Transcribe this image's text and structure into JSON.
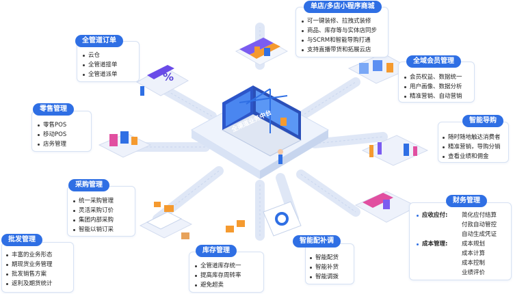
{
  "colors": {
    "accent": "#2f6fe4",
    "accent_light": "#e8f0fd",
    "orange": "#f59a2f"
  },
  "center": {
    "screen_text": "全渠道业务中台"
  },
  "modules": [
    {
      "id": "store",
      "title": "单店/多店小程序商城",
      "items": [
        "可一键装修、拉拽式装修",
        "商品、库存等与实体店同步",
        "与SCRM和智能导购打通",
        "支持直播带货和拓展云店"
      ]
    },
    {
      "id": "order",
      "title": "全管道订单",
      "items": [
        "云仓",
        "全管道接单",
        "全管道派单"
      ]
    },
    {
      "id": "member",
      "title": "全域会员管理",
      "items": [
        "会员权益、数据统一",
        "用户画像、数据分析",
        "精准营销、自动营销"
      ]
    },
    {
      "id": "retail",
      "title": "零售管理",
      "items": [
        "零售POS",
        "移动POS",
        "店务管理"
      ]
    },
    {
      "id": "guide",
      "title": "智能导购",
      "items": [
        "随时随地触达消费者",
        "精准营销，导购分销",
        "查看业绩和佣金"
      ]
    },
    {
      "id": "purchase",
      "title": "采购管理",
      "items": [
        "统一采购管理",
        "灵活采购订价",
        "集团内部采购",
        "智能以销订采"
      ]
    },
    {
      "id": "wholesale",
      "title": "批发管理",
      "items": [
        "丰富的业务形态",
        "期现货业务管理",
        "批发销售方案",
        "返利及期货统计"
      ]
    },
    {
      "id": "inventory",
      "title": "库存管理",
      "items": [
        "全管道库存统一",
        "提高库存周转率",
        "避免超卖"
      ]
    },
    {
      "id": "replenish",
      "title": "智能配补调",
      "items": [
        "智能配货",
        "智能补货",
        "智能调拨"
      ]
    }
  ],
  "finance": {
    "title": "财务管理",
    "groups": [
      {
        "label": "应收应付:",
        "items": [
          "简化应付结算",
          "付款自动管控",
          "自动生成凭证"
        ]
      },
      {
        "label": "成本管理:",
        "items": [
          "成本规划",
          "成本计算",
          "成本控制",
          "业绩评价"
        ]
      }
    ]
  }
}
